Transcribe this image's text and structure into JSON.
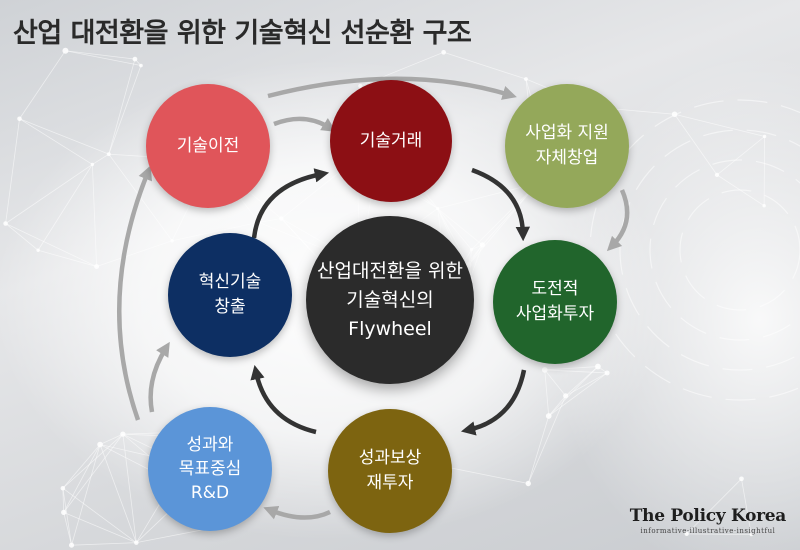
{
  "title": "산업 대전환을 위한 기술혁신 선순환 구조",
  "center": {
    "label": "산업대전환을 위한\n기술혁신의\nFlywheel",
    "color": "#2b2b2b"
  },
  "nodes": [
    {
      "id": "tech-transfer",
      "label": "기술이전",
      "color": "#e0555a"
    },
    {
      "id": "tech-trade",
      "label": "기술거래",
      "color": "#8c0f14"
    },
    {
      "id": "commercialization",
      "label": "사업화 지원\n자체창업",
      "color": "#94a85a"
    },
    {
      "id": "challenge-invest",
      "label": "도전적\n사업화투자",
      "color": "#21652c"
    },
    {
      "id": "reward-reinvest",
      "label": "성과보상\n재투자",
      "color": "#7d6410"
    },
    {
      "id": "performance-rnd",
      "label": "성과와\n목표중심\nR&D",
      "color": "#5b95d8"
    },
    {
      "id": "tech-creation",
      "label": "혁신기술\n창출",
      "color": "#0d2f63"
    }
  ],
  "brand": {
    "name": "The Policy Korea",
    "tagline": "informative·illustrative·insightful"
  },
  "colors": {
    "arrow_dark": "#333333",
    "arrow_light": "#a8a8a8"
  }
}
